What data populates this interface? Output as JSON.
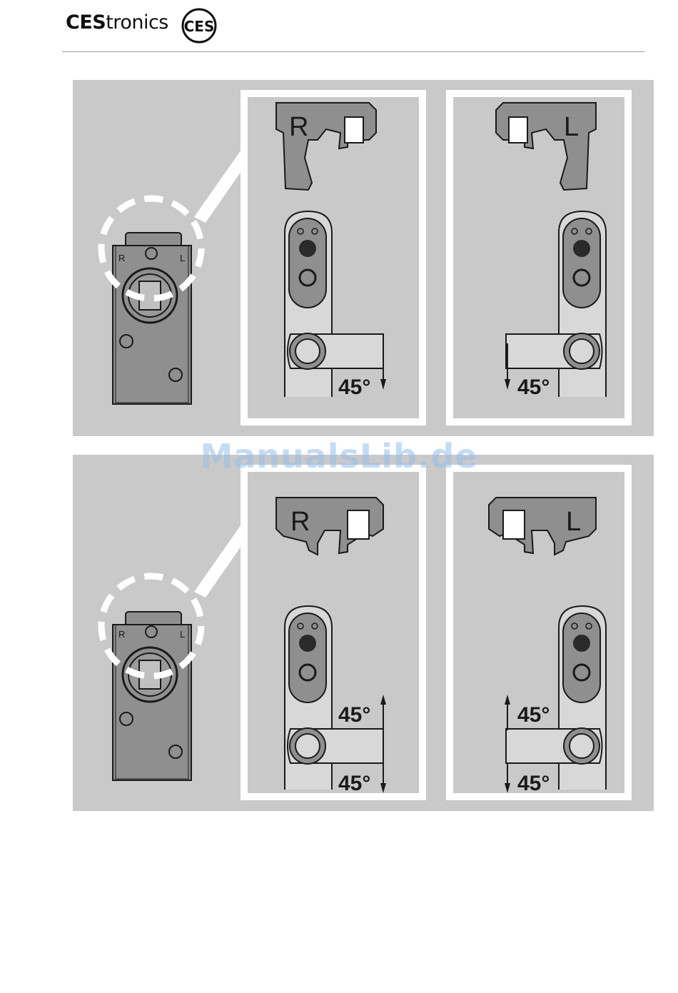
{
  "header": {
    "brand_bold": "CES",
    "brand_light": "tronics",
    "logo_text": "CES"
  },
  "figures": [
    {
      "cylinder_labels": {
        "right": "R",
        "left": "L"
      },
      "right_view": {
        "side_label": "R",
        "angles": [
          "45°"
        ]
      },
      "left_view": {
        "side_label": "L",
        "angles": [
          "45°"
        ]
      }
    },
    {
      "cylinder_labels": {
        "right": "R",
        "left": "L"
      },
      "right_view": {
        "side_label": "R",
        "angles": [
          "45°",
          "45°"
        ]
      },
      "left_view": {
        "side_label": "L",
        "angles": [
          "45°",
          "45°"
        ]
      }
    }
  ],
  "watermark": "ManualsLib.de",
  "colors": {
    "panel_bg": "#c9c9c9",
    "part_fill": "#8f8f8f",
    "outline": "#1a1a1a",
    "watermark": "#9bbfe8"
  }
}
